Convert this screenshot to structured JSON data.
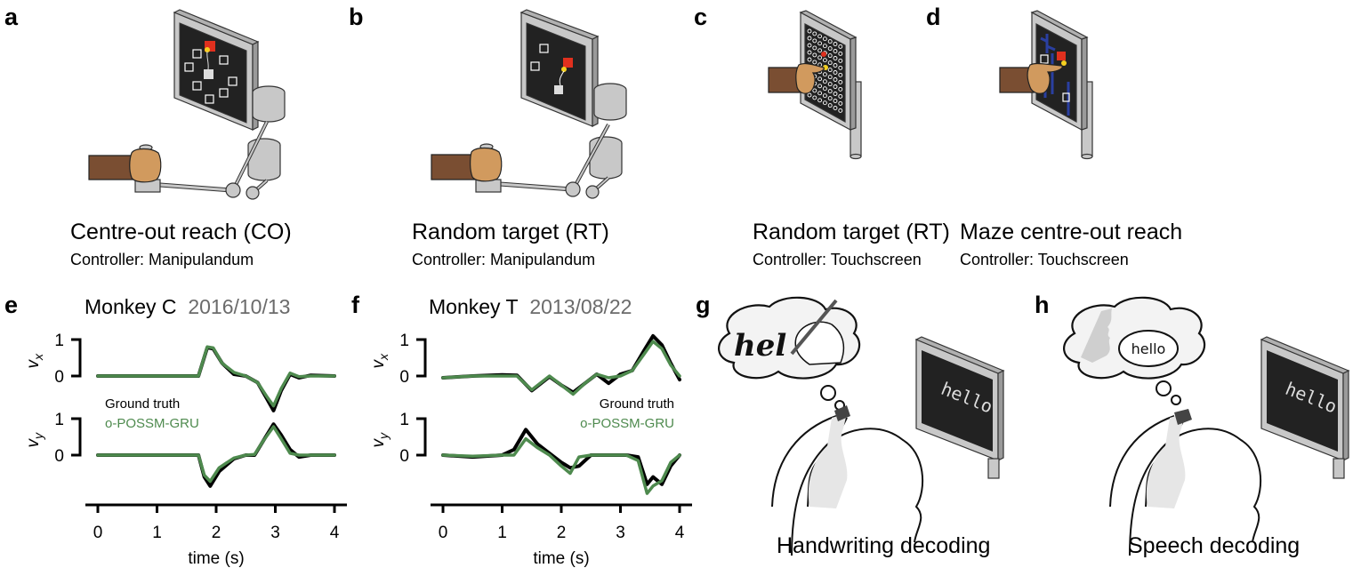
{
  "panels": {
    "a": {
      "label": "a",
      "title": "Centre-out reach (CO)",
      "controller": "Controller: Manipulandum"
    },
    "b": {
      "label": "b",
      "title": "Random target (RT)",
      "controller": "Controller: Manipulandum"
    },
    "c": {
      "label": "c",
      "title": "Random target (RT)",
      "controller": "Controller: Touchscreen"
    },
    "d": {
      "label": "d",
      "title": "Maze centre-out reach",
      "controller": "Controller: Touchscreen"
    },
    "e": {
      "label": "e",
      "subject": "Monkey C",
      "date": "2016/10/13"
    },
    "f": {
      "label": "f",
      "subject": "Monkey T",
      "date": "2013/08/22"
    },
    "g": {
      "label": "g",
      "title": "Handwriting decoding",
      "thought_text": "hel",
      "screen_text": "hello"
    },
    "h": {
      "label": "h",
      "title": "Speech decoding",
      "bubble_text": "hello",
      "screen_text": "hello"
    }
  },
  "colors": {
    "ground_truth": "#000000",
    "prediction": "#4e8a4e",
    "date_grey": "#6b6b6b",
    "screen": "#1f1f1f",
    "frame": "#c8c8c8",
    "target_red": "#e0301e",
    "cursor_yellow": "#f5d020",
    "maze_blue": "#2a3fa0",
    "skin_dark": "#7a4e32",
    "skin_light": "#d19a5e"
  },
  "chart_data": [
    {
      "type": "line",
      "panel": "e",
      "title": "Monkey C 2016/10/13",
      "xlabel": "time (s)",
      "xlim": [
        0,
        4
      ],
      "xticks": [
        "0",
        "1",
        "2",
        "3",
        "4"
      ],
      "legend": [
        "Ground truth",
        "o-POSSM-GRU"
      ],
      "legend_position": "left-middle",
      "subplots": [
        {
          "ylabel": "v_x",
          "ylabel_main": "v",
          "ylabel_sub": "x",
          "yticks": [
            "0",
            "1"
          ],
          "x": [
            0,
            0.5,
            1.0,
            1.5,
            1.7,
            1.85,
            1.95,
            2.1,
            2.3,
            2.5,
            2.7,
            2.85,
            2.97,
            3.1,
            3.25,
            3.4,
            3.6,
            4.0
          ],
          "series": [
            {
              "name": "Ground truth",
              "values": [
                0,
                0,
                0,
                0,
                0,
                0.78,
                0.75,
                0.35,
                0.05,
                0,
                -0.18,
                -0.6,
                -0.95,
                -0.4,
                0.05,
                -0.05,
                0.02,
                0
              ]
            },
            {
              "name": "o-POSSM-GRU",
              "values": [
                0,
                0,
                0,
                0,
                0,
                0.8,
                0.77,
                0.35,
                0.1,
                0,
                -0.18,
                -0.55,
                -0.82,
                -0.35,
                0.08,
                -0.02,
                0,
                0
              ]
            }
          ]
        },
        {
          "ylabel": "v_y",
          "ylabel_main": "v",
          "ylabel_sub": "y",
          "yticks": [
            "0",
            "1"
          ],
          "x": [
            0,
            0.5,
            1.0,
            1.5,
            1.7,
            1.8,
            1.9,
            2.05,
            2.3,
            2.5,
            2.65,
            2.8,
            2.97,
            3.1,
            3.25,
            3.4,
            3.6,
            4.0
          ],
          "series": [
            {
              "name": "Ground truth",
              "values": [
                0,
                0,
                0,
                0,
                0,
                -0.6,
                -0.85,
                -0.45,
                -0.1,
                0,
                0,
                0.4,
                0.85,
                0.55,
                0.15,
                -0.05,
                0,
                0
              ]
            },
            {
              "name": "o-POSSM-GRU",
              "values": [
                0,
                0,
                0,
                0,
                0,
                -0.55,
                -0.72,
                -0.35,
                -0.08,
                0,
                0.02,
                0.4,
                0.78,
                0.45,
                0.05,
                0,
                0,
                0
              ]
            }
          ]
        }
      ]
    },
    {
      "type": "line",
      "panel": "f",
      "title": "Monkey T 2013/08/22",
      "xlabel": "time (s)",
      "xlim": [
        0,
        4
      ],
      "xticks": [
        "0",
        "1",
        "2",
        "3",
        "4"
      ],
      "legend": [
        "Ground truth",
        "o-POSSM-GRU"
      ],
      "legend_position": "right-middle",
      "subplots": [
        {
          "ylabel": "v_x",
          "ylabel_main": "v",
          "ylabel_sub": "x",
          "yticks": [
            "0",
            "1"
          ],
          "x": [
            0,
            0.5,
            1.0,
            1.25,
            1.5,
            1.8,
            2.0,
            2.2,
            2.4,
            2.6,
            2.8,
            3.0,
            3.2,
            3.4,
            3.55,
            3.7,
            3.85,
            4.0
          ],
          "series": [
            {
              "name": "Ground truth",
              "values": [
                -0.05,
                0,
                0.03,
                0.02,
                -0.4,
                -0.02,
                -0.25,
                -0.45,
                -0.2,
                0.05,
                -0.2,
                0.05,
                0.15,
                0.7,
                1.1,
                0.85,
                0.35,
                -0.1
              ]
            },
            {
              "name": "o-POSSM-GRU",
              "values": [
                -0.05,
                0,
                0,
                0,
                -0.38,
                0,
                -0.25,
                -0.5,
                -0.2,
                0.05,
                -0.05,
                0,
                0.15,
                0.6,
                0.95,
                0.75,
                0.3,
                0
              ]
            }
          ]
        },
        {
          "ylabel": "v_y",
          "ylabel_main": "v",
          "ylabel_sub": "y",
          "yticks": [
            "0",
            "1"
          ],
          "x": [
            0,
            0.5,
            1.0,
            1.2,
            1.4,
            1.6,
            1.8,
            2.0,
            2.15,
            2.3,
            2.5,
            2.8,
            3.1,
            3.3,
            3.45,
            3.55,
            3.7,
            3.85,
            4.0
          ],
          "series": [
            {
              "name": "Ground truth",
              "values": [
                0,
                -0.05,
                0,
                0.15,
                0.7,
                0.3,
                0.05,
                -0.2,
                -0.35,
                -0.3,
                0,
                0,
                0,
                -0.05,
                -0.8,
                -0.6,
                -0.8,
                -0.3,
                0
              ]
            },
            {
              "name": "o-POSSM-GRU",
              "values": [
                0,
                -0.03,
                0,
                0,
                0.45,
                0.2,
                0,
                -0.3,
                -0.5,
                -0.05,
                0,
                0,
                0,
                -0.15,
                -1.05,
                -0.85,
                -0.7,
                -0.2,
                0
              ]
            }
          ]
        }
      ]
    }
  ]
}
